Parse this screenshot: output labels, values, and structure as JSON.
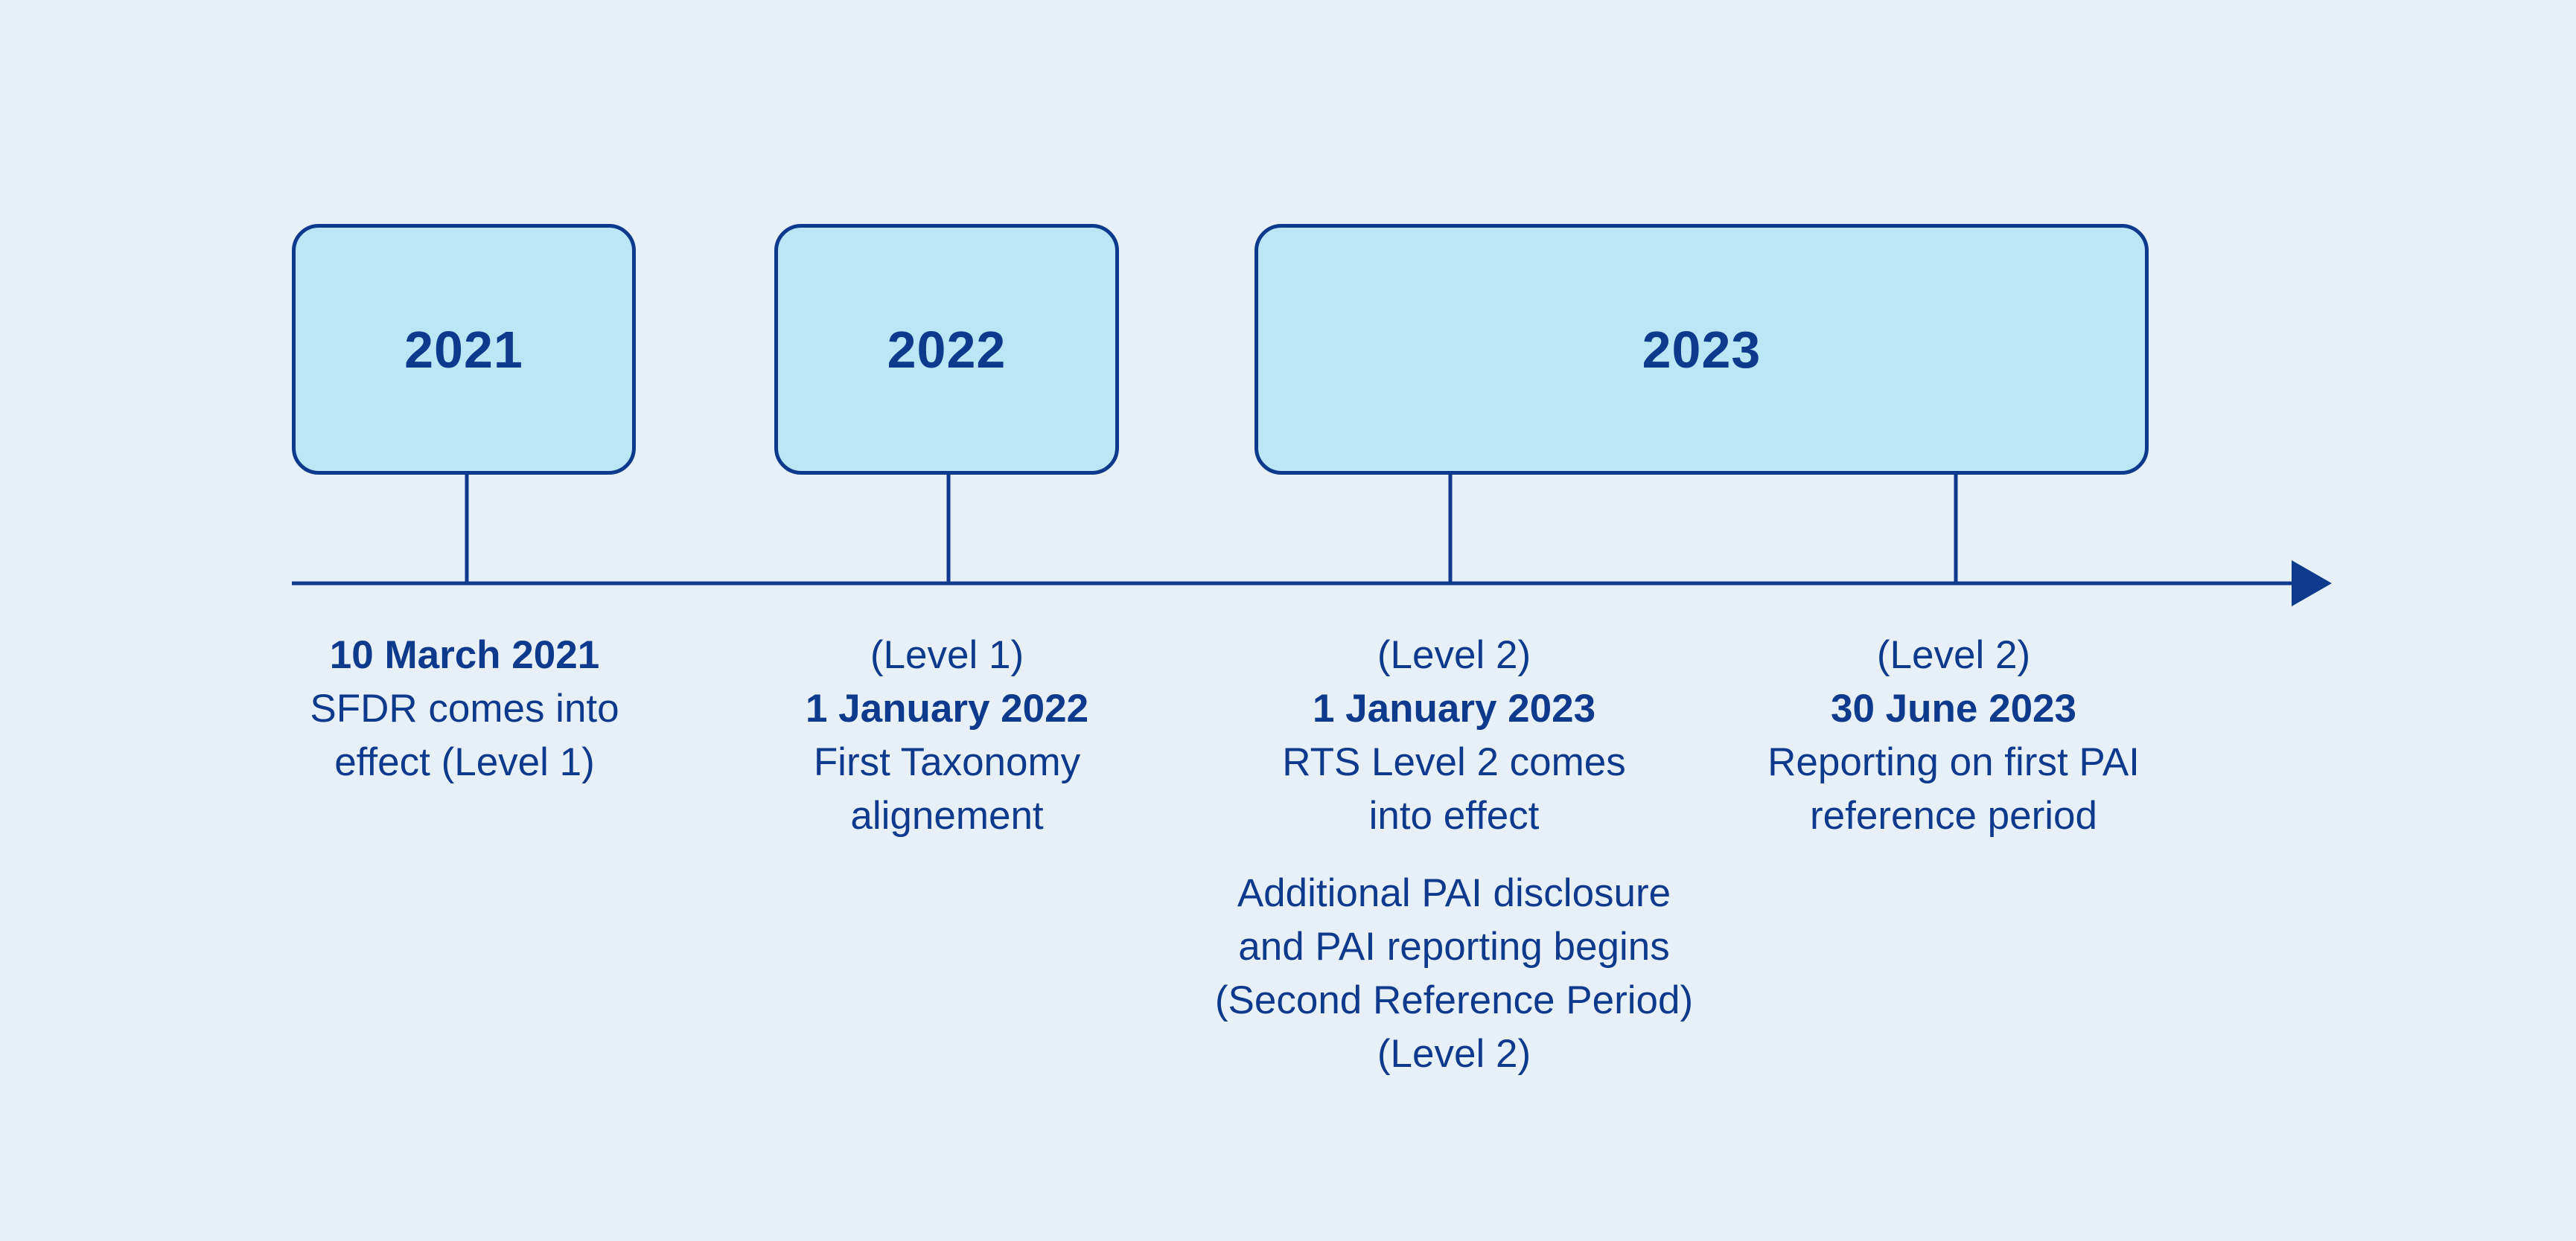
{
  "years": [
    {
      "label": "2021"
    },
    {
      "label": "2022"
    },
    {
      "label": "2023"
    }
  ],
  "events": [
    {
      "date": "10 March 2021",
      "lines": [
        "SFDR comes into",
        "effect (Level 1)"
      ]
    },
    {
      "pre": "(Level 1)",
      "date": "1 January 2022",
      "lines": [
        "First Taxonomy",
        "alignement"
      ]
    },
    {
      "pre": "(Level 2)",
      "date": "1 January 2023",
      "lines": [
        "RTS Level 2 comes",
        "into effect"
      ],
      "note": [
        "Additional PAI disclosure",
        "and PAI reporting begins",
        "(Second Reference Period)",
        "(Level 2)"
      ]
    },
    {
      "pre": "(Level 2)",
      "date": "30 June 2023",
      "lines": [
        "Reporting on first PAI",
        "reference period"
      ]
    }
  ],
  "colors": {
    "background": "#e7f0f6",
    "box_fill": "#bae6f5",
    "ink": "#0d3a8c"
  }
}
